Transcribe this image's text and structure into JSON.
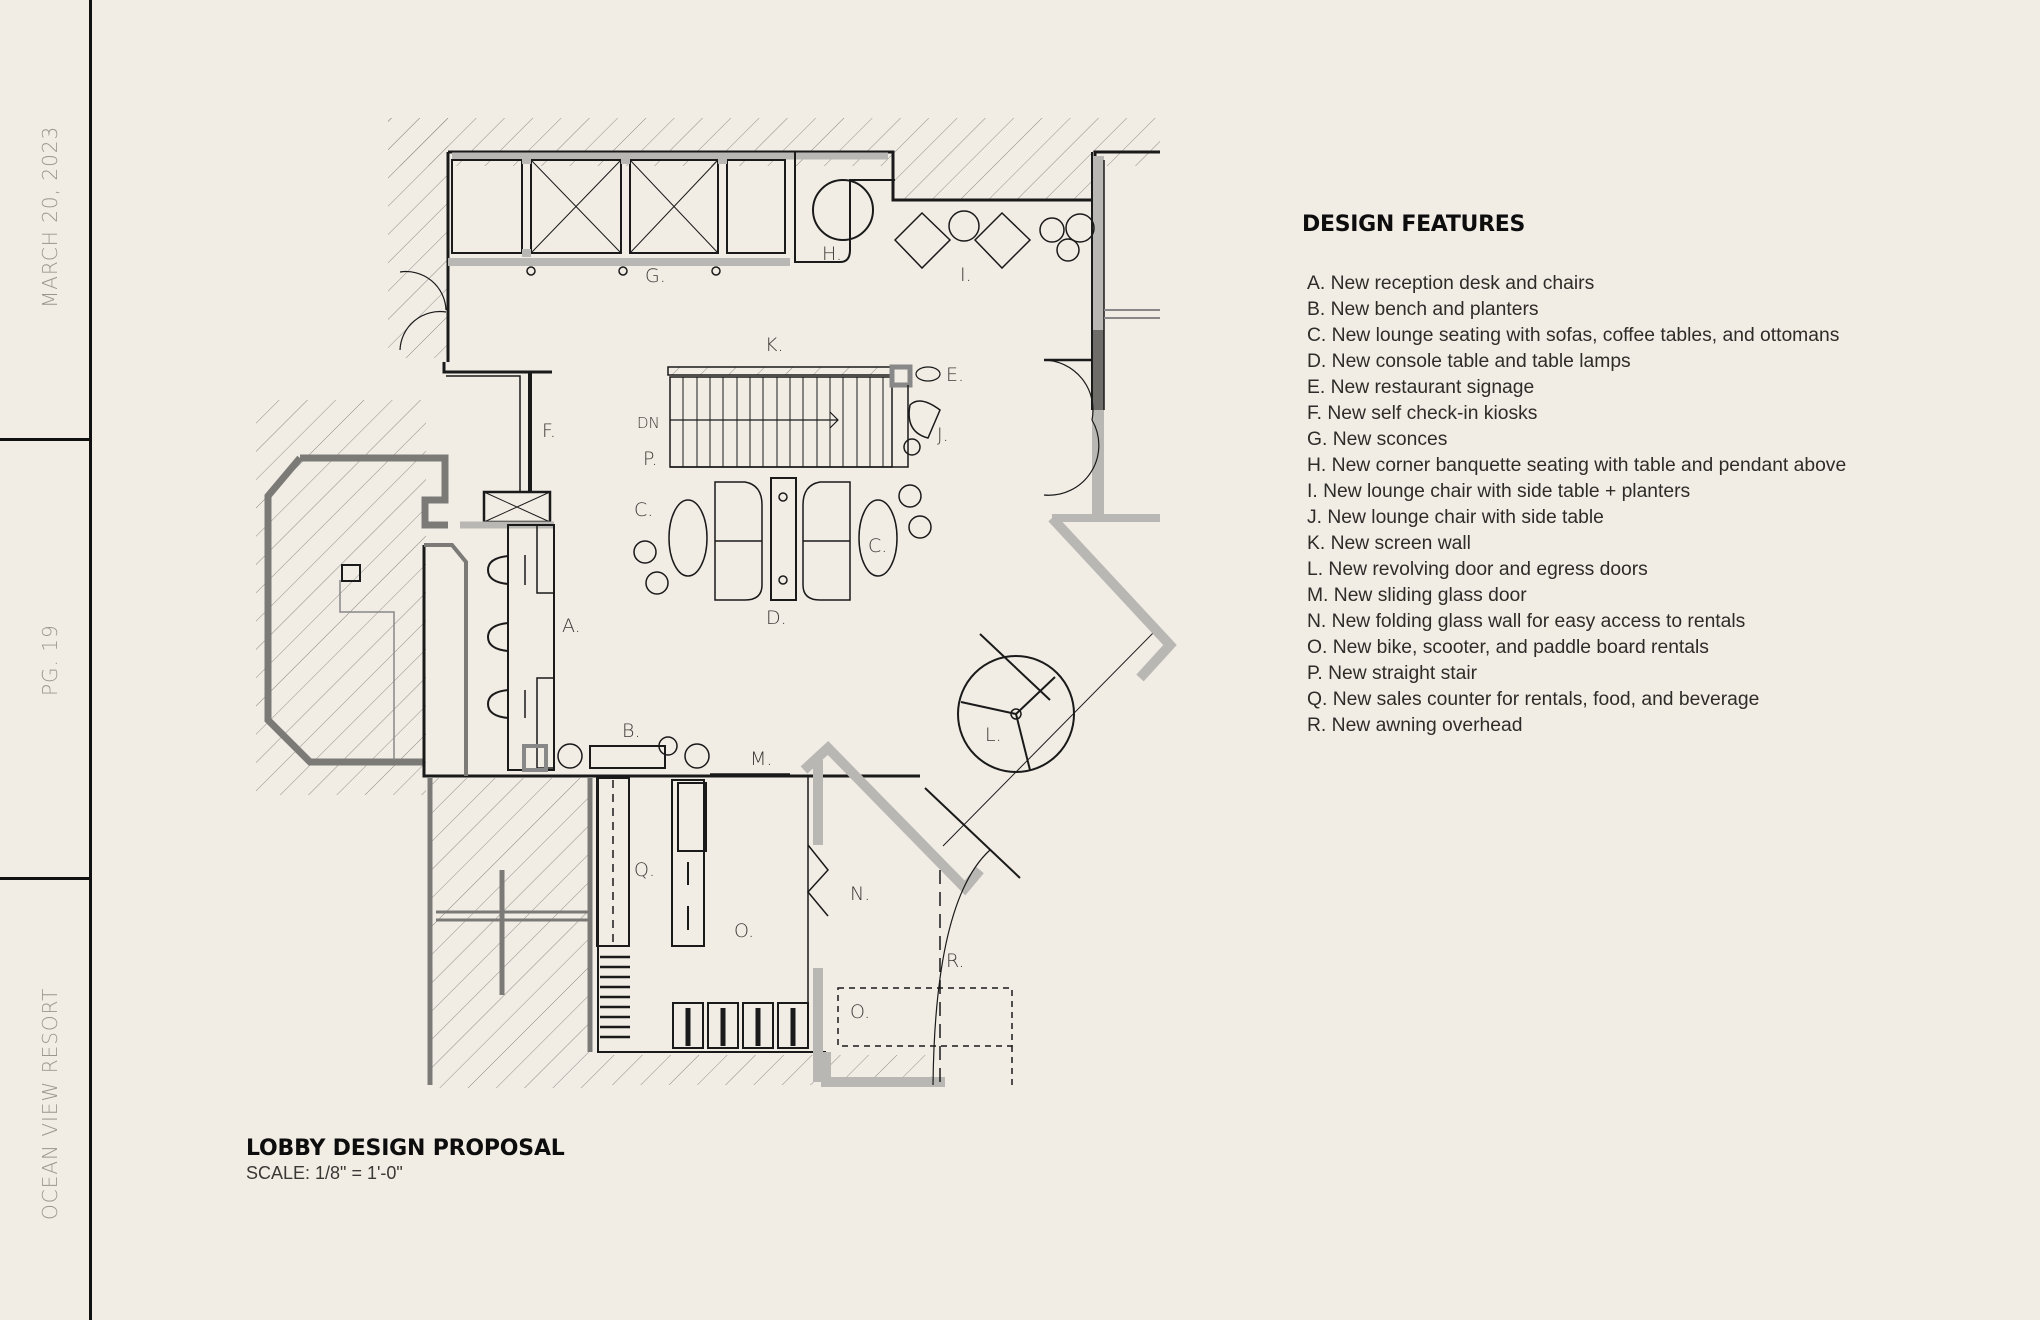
{
  "sidebar": {
    "date": "MARCH 20, 2023",
    "page": "PG. 19",
    "project": "OCEAN VIEW RESORT"
  },
  "plan": {
    "labels": {
      "A": "A.",
      "B": "B.",
      "C1": "C.",
      "C2": "C.",
      "D": "D.",
      "E": "E.",
      "F": "F.",
      "G": "G.",
      "H": "H.",
      "I": "I.",
      "J": "J.",
      "K": "K.",
      "L": "L.",
      "M": "M.",
      "N": "N.",
      "O1": "O.",
      "O2": "O.",
      "P": "P.",
      "Q": "Q.",
      "R": "R.",
      "DN": "DN"
    }
  },
  "features": {
    "heading": "DESIGN FEATURES",
    "items": [
      "A. New reception desk and chairs",
      "B. New bench and planters",
      "C. New lounge seating with sofas, coffee tables, and ottomans",
      "D. New console table and table lamps",
      "E. New restaurant signage",
      "F. New self check-in kiosks",
      "G. New sconces",
      "H. New corner banquette seating with table and pendant above",
      "I. New lounge chair with side table + planters",
      "J. New lounge chair with side table",
      "K. New screen wall",
      "L. New revolving door and egress doors",
      "M. New sliding glass door",
      "N. New folding glass wall for easy access to rentals",
      "O. New bike, scooter, and paddle board rentals",
      "P. New straight stair",
      "Q. New sales counter for rentals, food, and beverage",
      "R. New awning overhead"
    ]
  },
  "title_block": {
    "title": "LOBBY DESIGN PROPOSAL",
    "scale": "SCALE: 1/8\" = 1'-0\""
  },
  "colors": {
    "background": "#f1ede5",
    "wall_fill": "#b9b7b3",
    "line": "#1a1a1a",
    "sidebar_text": "#9a968f"
  }
}
